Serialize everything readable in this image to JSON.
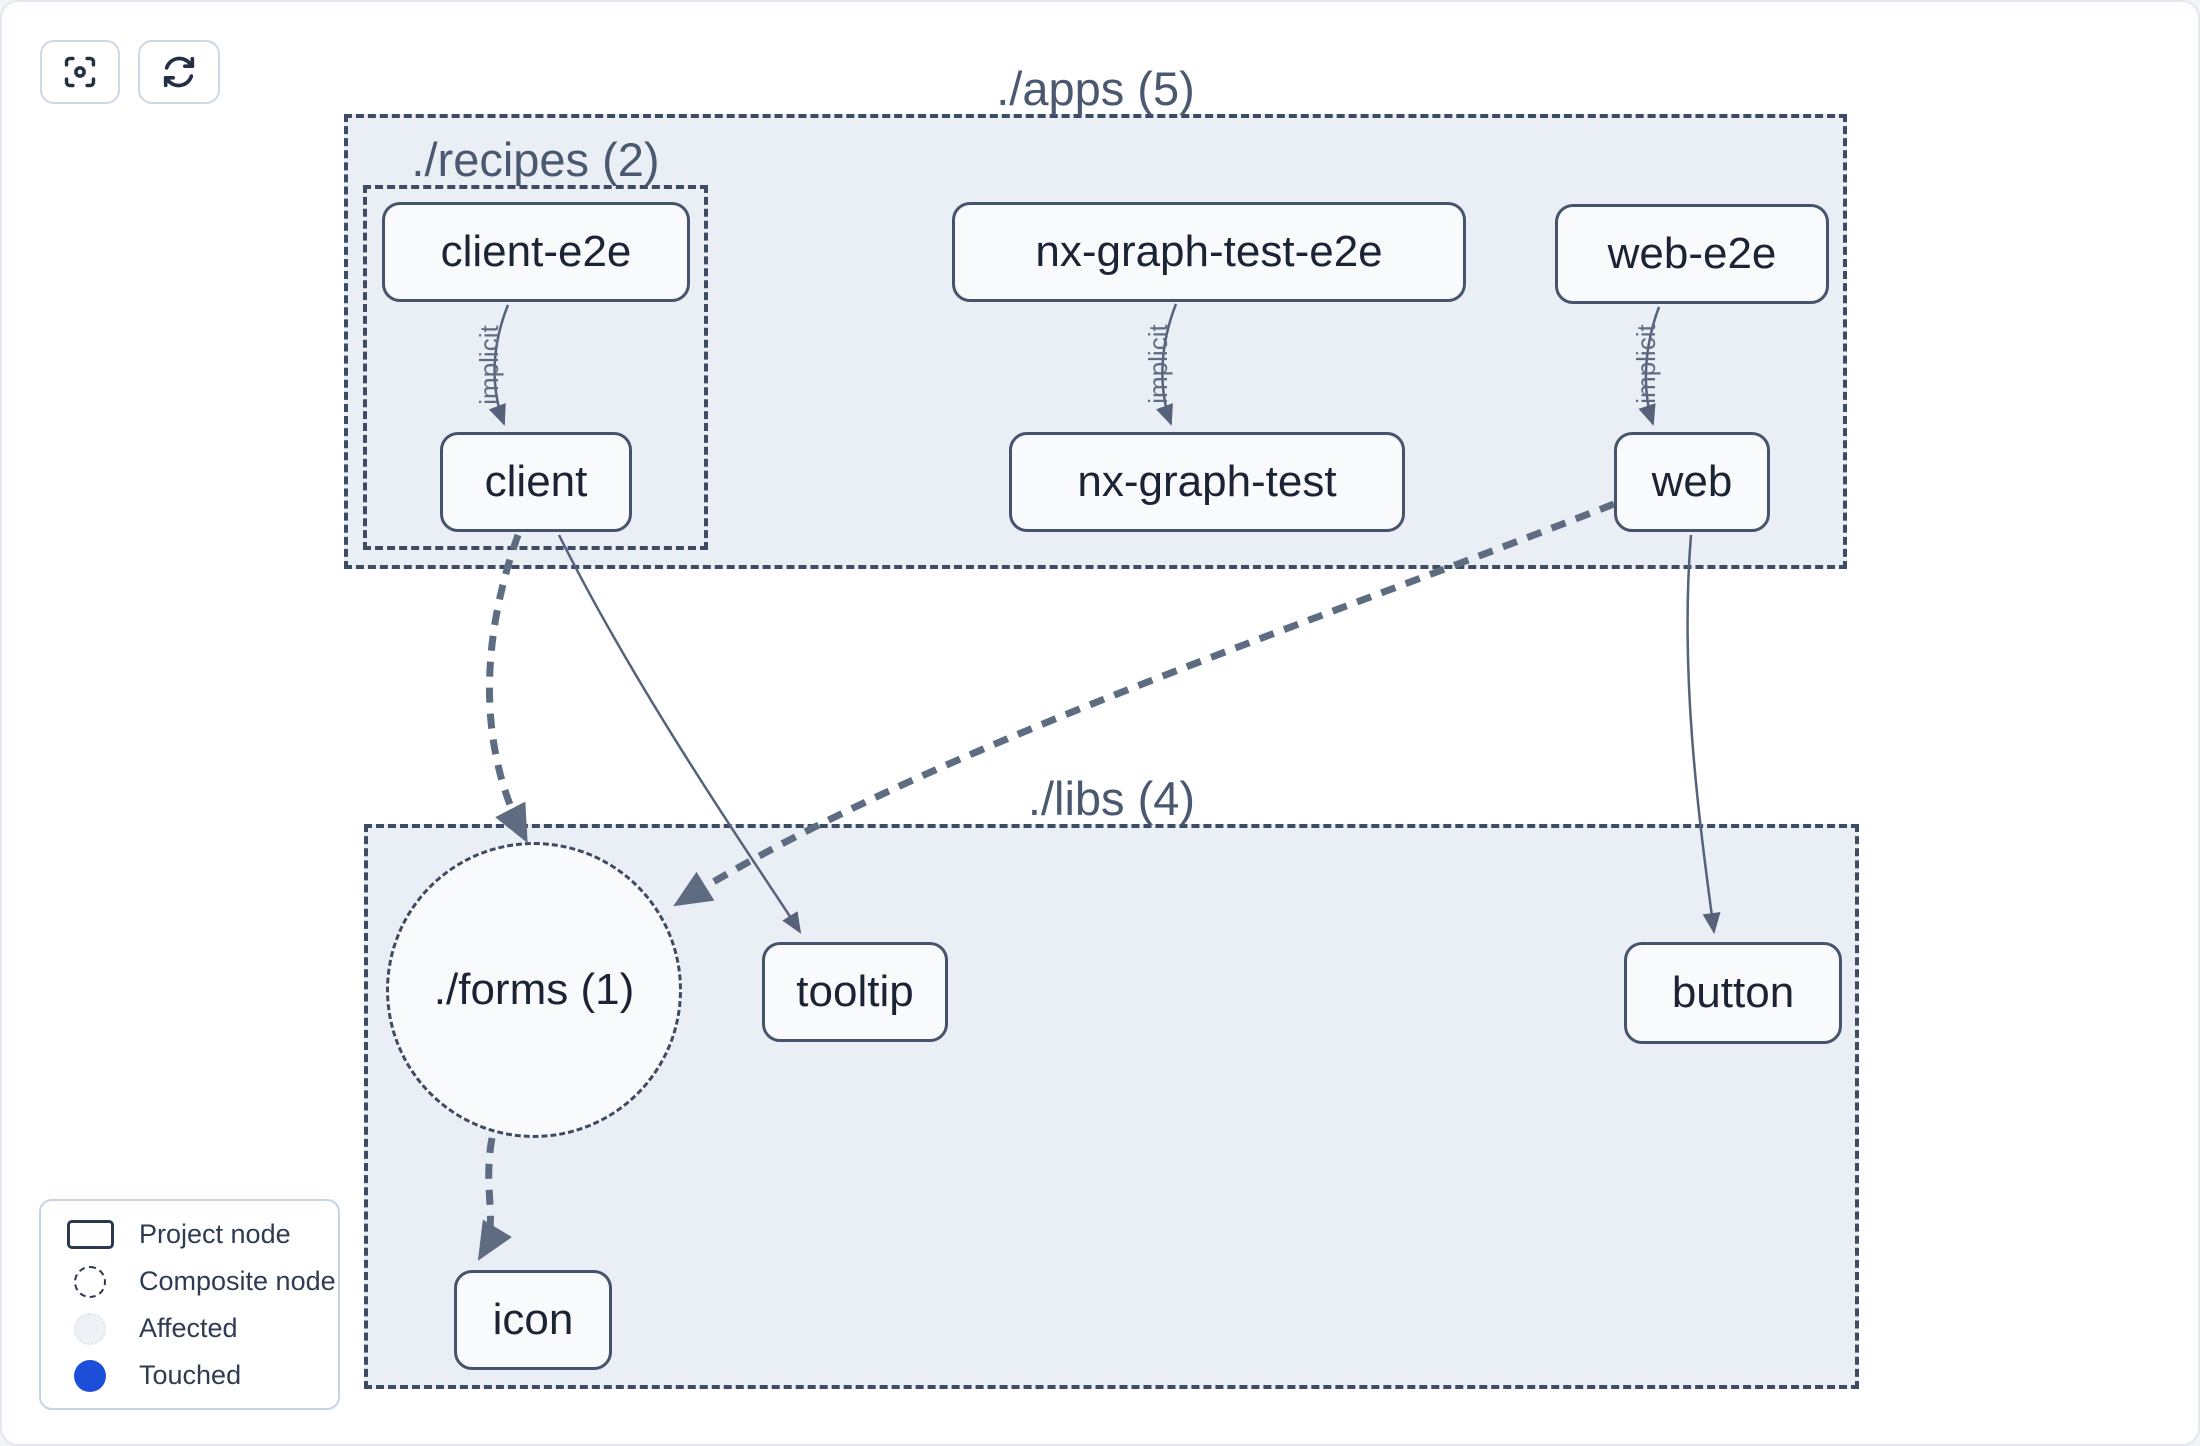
{
  "toolbar": {
    "buttons": [
      {
        "icon": "focus-center-icon"
      },
      {
        "icon": "refresh-icon"
      }
    ]
  },
  "graph": {
    "groups": [
      {
        "id": "apps",
        "label": "./apps (5)"
      },
      {
        "id": "recipes",
        "label": "./recipes (2)"
      },
      {
        "id": "libs",
        "label": "./libs (4)"
      }
    ],
    "composite_nodes": [
      {
        "id": "forms",
        "label": "./forms (1)"
      }
    ],
    "nodes": [
      {
        "id": "client-e2e",
        "label": "client-e2e"
      },
      {
        "id": "client",
        "label": "client"
      },
      {
        "id": "nx-graph-test-e2e",
        "label": "nx-graph-test-e2e"
      },
      {
        "id": "nx-graph-test",
        "label": "nx-graph-test"
      },
      {
        "id": "web-e2e",
        "label": "web-e2e"
      },
      {
        "id": "web",
        "label": "web"
      },
      {
        "id": "tooltip",
        "label": "tooltip"
      },
      {
        "id": "button",
        "label": "button"
      },
      {
        "id": "icon",
        "label": "icon"
      }
    ],
    "edges": [
      {
        "from": "client-e2e",
        "to": "client",
        "label": "implicit",
        "style": "solid"
      },
      {
        "from": "nx-graph-test-e2e",
        "to": "nx-graph-test",
        "label": "implicit",
        "style": "solid"
      },
      {
        "from": "web-e2e",
        "to": "web",
        "label": "implicit",
        "style": "solid"
      },
      {
        "from": "client",
        "to": "forms",
        "label": "",
        "style": "dashed"
      },
      {
        "from": "client",
        "to": "tooltip",
        "label": "",
        "style": "solid"
      },
      {
        "from": "web",
        "to": "forms",
        "label": "",
        "style": "dashed"
      },
      {
        "from": "web",
        "to": "button",
        "label": "",
        "style": "solid"
      },
      {
        "from": "forms",
        "to": "icon",
        "label": "",
        "style": "dashed"
      }
    ]
  },
  "legend": {
    "items": [
      {
        "swatch": "project-node",
        "label": "Project node"
      },
      {
        "swatch": "composite-node",
        "label": "Composite node"
      },
      {
        "swatch": "affected",
        "label": "Affected"
      },
      {
        "swatch": "touched",
        "label": "Touched"
      }
    ]
  },
  "colors": {
    "group-fill": "#eaeef5",
    "node-fill": "#f8fafc",
    "node-border": "#46536d",
    "group-border": "#3d4b63",
    "edge": "#5e6c82",
    "touched-blue": "#1d4ed8"
  }
}
